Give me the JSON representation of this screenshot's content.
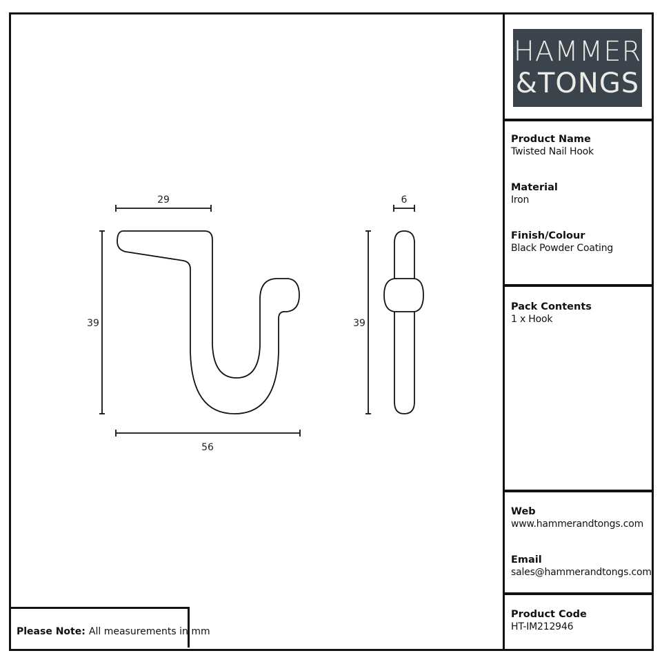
{
  "logo": {
    "line1": "HAMMER",
    "line2": "&TONGS",
    "bg_color": "#3b434c"
  },
  "product": {
    "name_label": "Product Name",
    "name": "Twisted Nail Hook",
    "material_label": "Material",
    "material": "Iron",
    "finish_label": "Finish/Colour",
    "finish": "Black Powder Coating"
  },
  "pack": {
    "label": "Pack Contents",
    "value": "1 x Hook"
  },
  "contact": {
    "web_label": "Web",
    "web": "www.hammerandtongs.com",
    "email_label": "Email",
    "email": "sales@hammerandtongs.com"
  },
  "code": {
    "label": "Product Code",
    "value": "HT-IM212946"
  },
  "note": {
    "label": "Please Note:",
    "text": "All measurements in mm"
  },
  "dimensions": {
    "top_width": "29",
    "height_front": "39",
    "total_width": "56",
    "side_width": "6",
    "height_side": "39"
  }
}
